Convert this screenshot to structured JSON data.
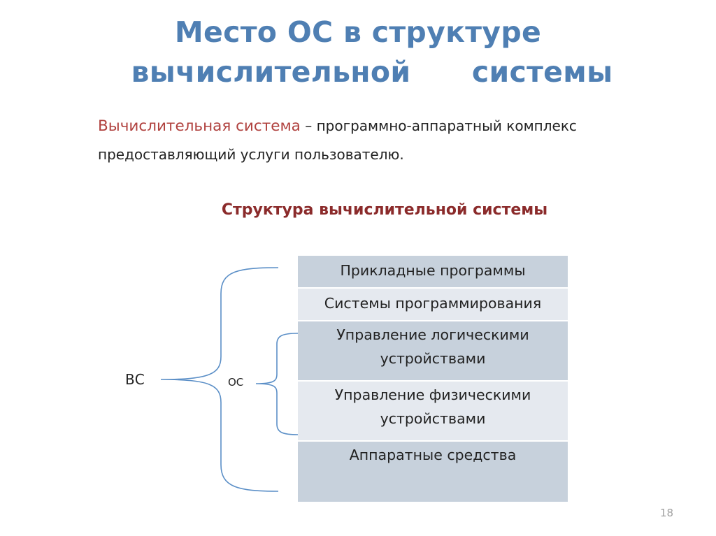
{
  "slide": {
    "title_line1": "Место ОС в структуре",
    "title_line2": "вычислительной      системы",
    "definition_term": "Вычислительная система",
    "definition_rest": " – программно-аппаратный комплекс предоставляющий  услуги пользователю.",
    "subtitle": "Структура вычислительной системы",
    "page_number": "18"
  },
  "diagram": {
    "root_label": "ВС",
    "os_label": "ОС",
    "layers": [
      "Прикладные программы",
      "Системы программирования",
      "Управление логическими устройствами",
      "Управление физическими устройствами",
      "Аппаратные средства"
    ]
  },
  "colors": {
    "title": "#4f7fb3",
    "term": "#b0413e",
    "subtitle": "#8b2b2b",
    "layer_dark": "#c7d1dc",
    "layer_light": "#e5e9ef",
    "brace": "#5b8fc7"
  }
}
